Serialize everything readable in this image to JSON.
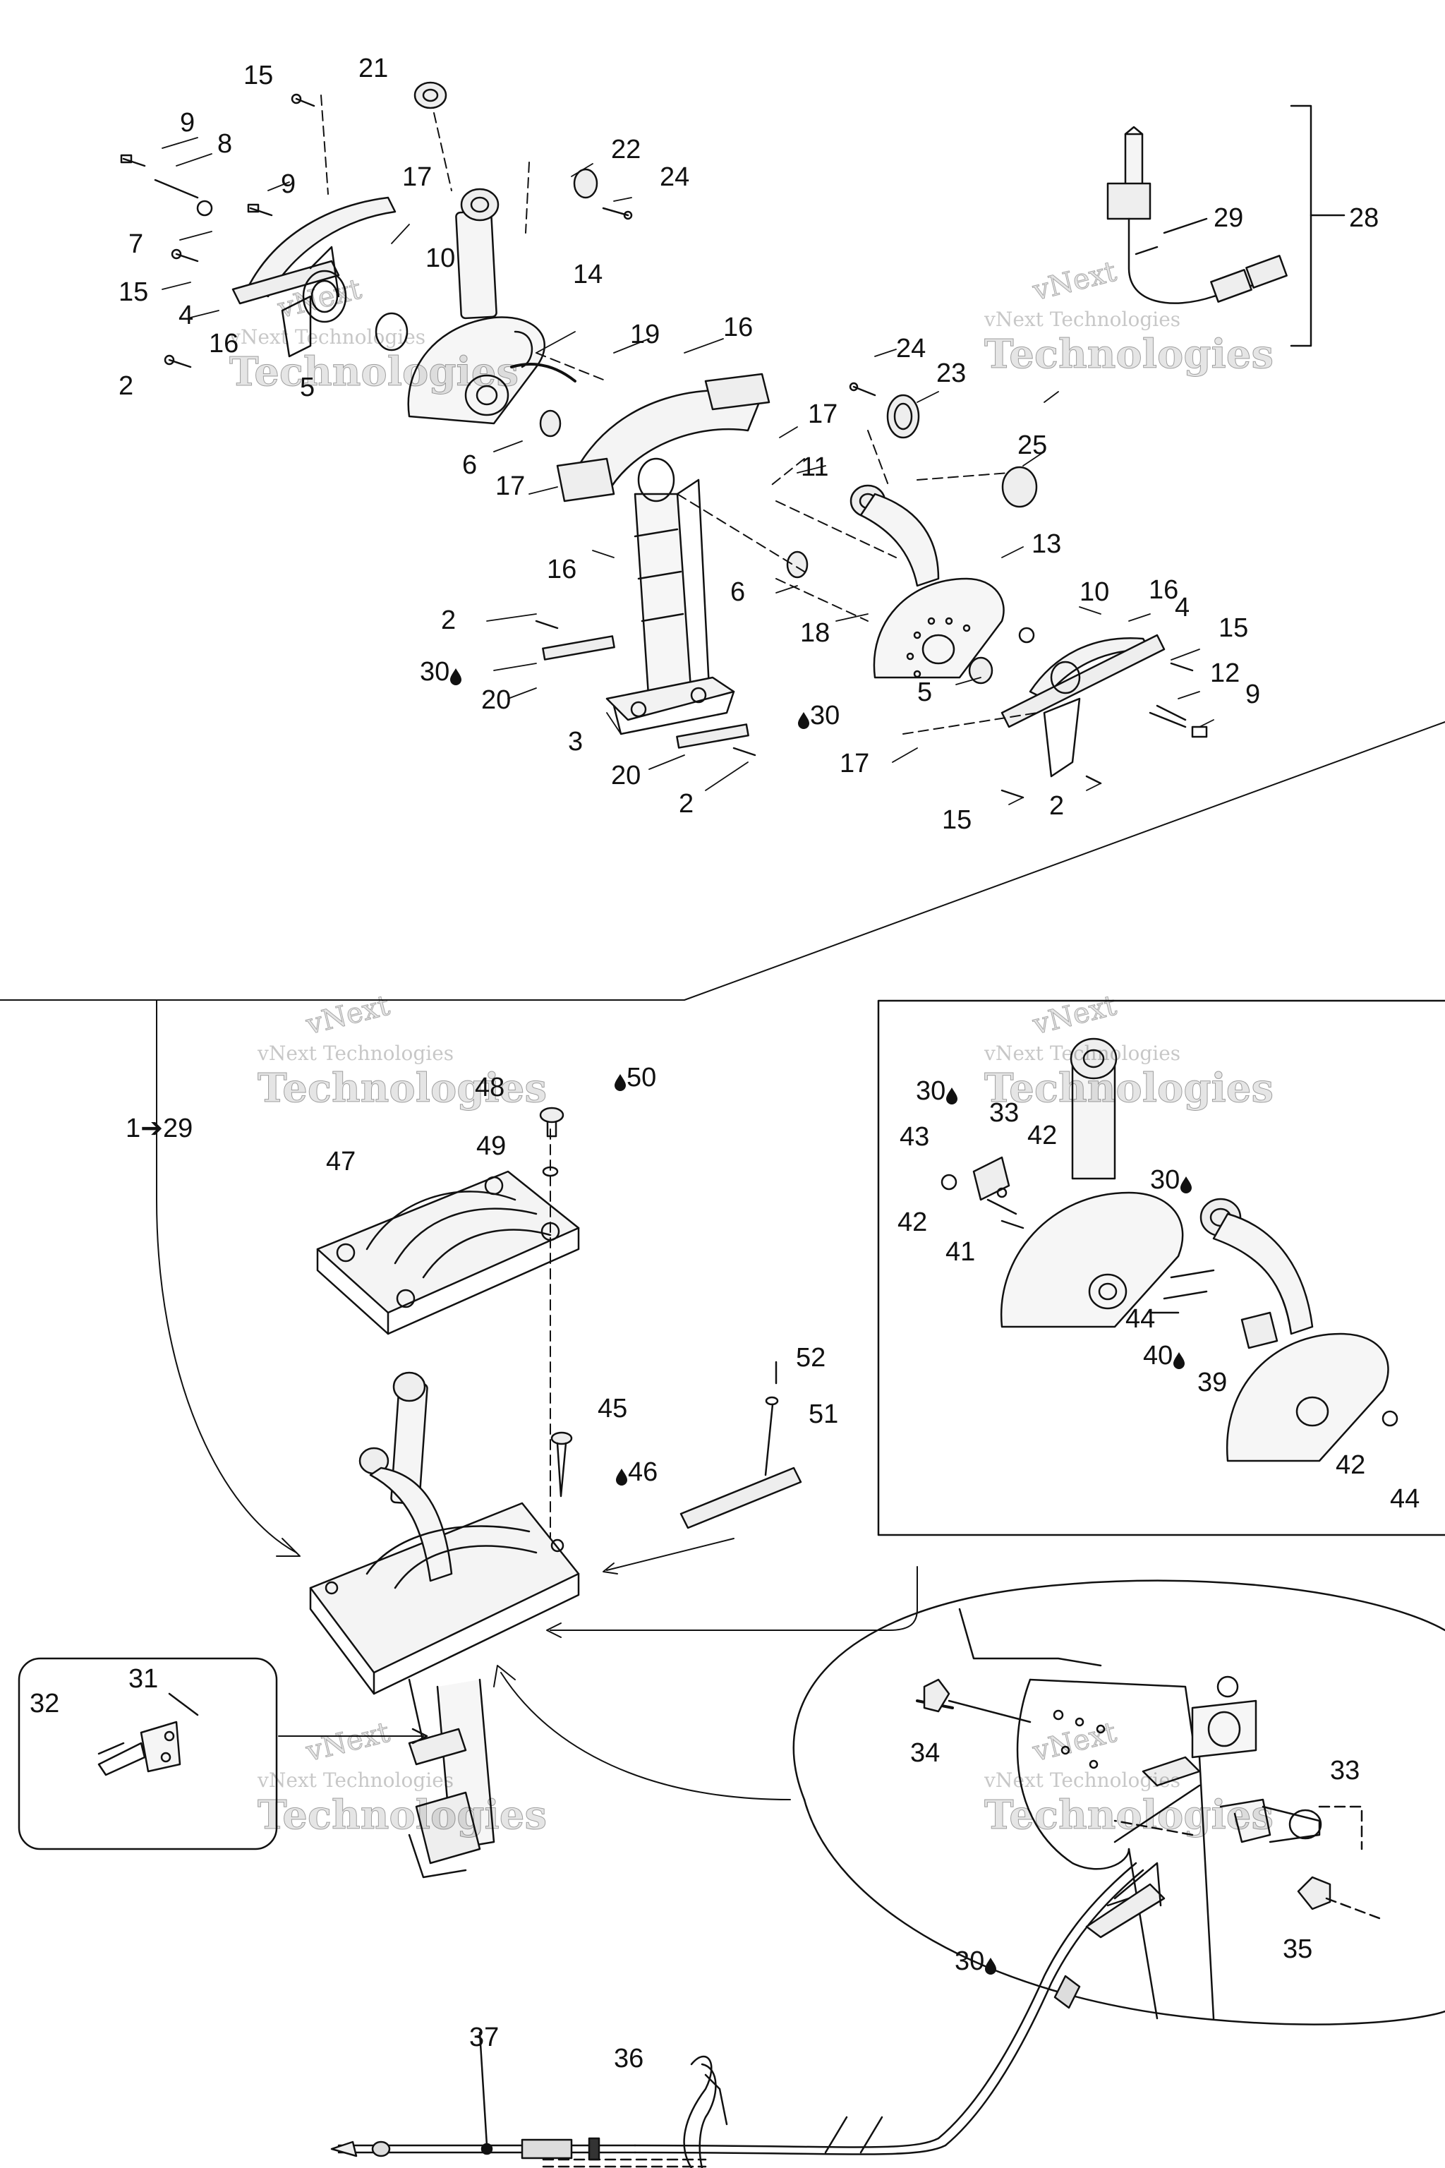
{
  "diagram": {
    "callouts": [
      {
        "id": "c15a",
        "text": "15"
      },
      {
        "id": "c21",
        "text": "21"
      },
      {
        "id": "c9a",
        "text": "9"
      },
      {
        "id": "c8",
        "text": "8"
      },
      {
        "id": "c22",
        "text": "22"
      },
      {
        "id": "c24a",
        "text": "24"
      },
      {
        "id": "c9b",
        "text": "9"
      },
      {
        "id": "c17a",
        "text": "17"
      },
      {
        "id": "c7",
        "text": "7"
      },
      {
        "id": "c10a",
        "text": "10"
      },
      {
        "id": "c15b",
        "text": "15"
      },
      {
        "id": "c14",
        "text": "14"
      },
      {
        "id": "c4a",
        "text": "4"
      },
      {
        "id": "c16a",
        "text": "16"
      },
      {
        "id": "c19",
        "text": "19"
      },
      {
        "id": "c16b",
        "text": "16"
      },
      {
        "id": "c2a",
        "text": "2"
      },
      {
        "id": "c5a",
        "text": "5"
      },
      {
        "id": "c24b",
        "text": "24"
      },
      {
        "id": "c23",
        "text": "23"
      },
      {
        "id": "c17b",
        "text": "17"
      },
      {
        "id": "c6a",
        "text": "6"
      },
      {
        "id": "c17c",
        "text": "17"
      },
      {
        "id": "c11",
        "text": "11"
      },
      {
        "id": "c25",
        "text": "25"
      },
      {
        "id": "c13",
        "text": "13"
      },
      {
        "id": "c16c",
        "text": "16"
      },
      {
        "id": "c2b",
        "text": "2"
      },
      {
        "id": "c6b",
        "text": "6"
      },
      {
        "id": "c10b",
        "text": "10"
      },
      {
        "id": "c16d",
        "text": "16"
      },
      {
        "id": "c4b",
        "text": "4"
      },
      {
        "id": "c18",
        "text": "18"
      },
      {
        "id": "c15c",
        "text": "15"
      },
      {
        "id": "c30a",
        "text": "30",
        "drop": "after"
      },
      {
        "id": "c12",
        "text": "12"
      },
      {
        "id": "c5b",
        "text": "5"
      },
      {
        "id": "c9c",
        "text": "9"
      },
      {
        "id": "c20a",
        "text": "20"
      },
      {
        "id": "c30b",
        "text": "30",
        "drop": "before"
      },
      {
        "id": "c3",
        "text": "3"
      },
      {
        "id": "c17d",
        "text": "17"
      },
      {
        "id": "c20b",
        "text": "20"
      },
      {
        "id": "c2c",
        "text": "2"
      },
      {
        "id": "c2d",
        "text": "2"
      },
      {
        "id": "c15d",
        "text": "15"
      },
      {
        "id": "c29",
        "text": "29"
      },
      {
        "id": "c28",
        "text": "28"
      },
      {
        "id": "c48",
        "text": "48"
      },
      {
        "id": "c50",
        "text": "50",
        "drop": "before"
      },
      {
        "id": "c49",
        "text": "49"
      },
      {
        "id": "c47",
        "text": "47"
      },
      {
        "id": "c1to29",
        "text": "1➔29"
      },
      {
        "id": "c45",
        "text": "45"
      },
      {
        "id": "c46",
        "text": "46",
        "drop": "before"
      },
      {
        "id": "c52",
        "text": "52"
      },
      {
        "id": "c51",
        "text": "51"
      },
      {
        "id": "c31",
        "text": "31"
      },
      {
        "id": "c32",
        "text": "32"
      },
      {
        "id": "c30c",
        "text": "30",
        "drop": "after"
      },
      {
        "id": "c33a",
        "text": "33"
      },
      {
        "id": "c43",
        "text": "43"
      },
      {
        "id": "c42a",
        "text": "42"
      },
      {
        "id": "c42b",
        "text": "42"
      },
      {
        "id": "c30d",
        "text": "30",
        "drop": "after"
      },
      {
        "id": "c41",
        "text": "41"
      },
      {
        "id": "c44a",
        "text": "44"
      },
      {
        "id": "c40",
        "text": "40",
        "drop": "after"
      },
      {
        "id": "c39",
        "text": "39"
      },
      {
        "id": "c42c",
        "text": "42"
      },
      {
        "id": "c44b",
        "text": "44"
      },
      {
        "id": "c34",
        "text": "34"
      },
      {
        "id": "c33b",
        "text": "33"
      },
      {
        "id": "c35",
        "text": "35"
      },
      {
        "id": "c30e",
        "text": "30",
        "drop": "after"
      },
      {
        "id": "c37",
        "text": "37"
      },
      {
        "id": "c36",
        "text": "36"
      }
    ],
    "watermark": {
      "line1": "vNext",
      "line2": "vNext Technologies",
      "line3": "Technologies"
    }
  }
}
